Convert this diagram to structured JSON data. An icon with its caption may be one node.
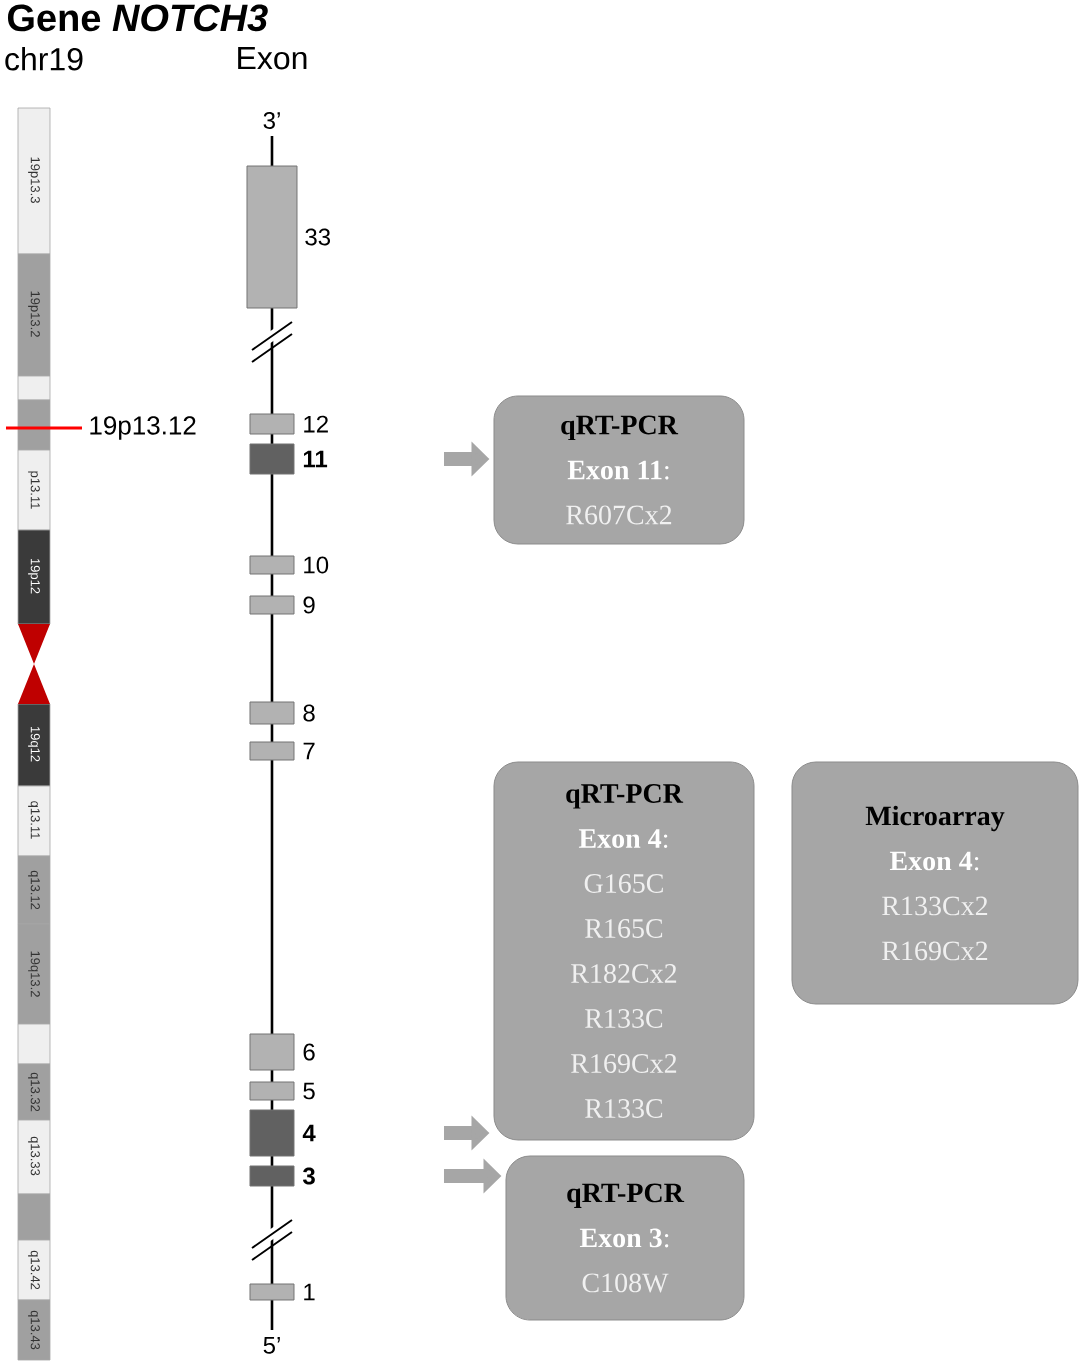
{
  "diagram": {
    "title": "Gene *NOTCH3*",
    "nodes": [
      {
        "text": [],
        "shape": "box",
        "beside": [
          "33"
        ]
      },
      {
        "text": [],
        "shape": "box",
        "beside": [
          "12"
        ]
      },
      {
        "text": [],
        "shape": "box",
        "beside": [
          "11"
        ]
      },
      {
        "text": [],
        "shape": "box",
        "beside": [
          "10"
        ]
      },
      {
        "text": [],
        "shape": "box",
        "beside": [
          "9"
        ]
      },
      {
        "text": [],
        "shape": "box",
        "beside": [
          "8"
        ]
      },
      {
        "text": [],
        "shape": "box",
        "beside": [
          "7"
        ]
      },
      {
        "text": [],
        "shape": "box",
        "beside": [
          "6"
        ]
      },
      {
        "text": [],
        "shape": "box",
        "beside": [
          "5"
        ]
      },
      {
        "text": [],
        "shape": "box",
        "beside": [
          "4"
        ]
      },
      {
        "text": [],
        "shape": "box",
        "beside": [
          "3"
        ]
      },
      {
        "text": [],
        "shape": "box",
        "beside": [
          "1"
        ]
      },
      {
        "text": [
          "qRT-PCR",
          "**Exon 11**:",
          "R607Cx2"
        ]
      },
      {
        "text": [
          "qRT-PCR",
          "**Exon 4**:",
          "G165C",
          "R165C",
          "R182Cx2",
          "R133C",
          "R169Cx2",
          "R133C"
        ]
      },
      {
        "text": [
          "Microarray",
          "**Exon 4**:",
          "R133Cx2",
          "R169Cx2"
        ]
      },
      {
        "text": [
          "qRT-PCR",
          "**Exon 3**:",
          "C108W"
        ]
      }
    ],
    "edges": [
      {
        "from": null,
        "to": 12,
        "arrow": "to"
      },
      {
        "from": null,
        "to": 13,
        "arrow": "to"
      },
      {
        "from": null,
        "to": 15,
        "arrow": "to"
      }
    ],
    "labels": [
      "chr19",
      "Exon",
      "3’",
      "19p13.3",
      "19p13.2",
      "19p13.12",
      "p13.11",
      "19p12",
      "19q12",
      "q13.11",
      "q13.12",
      "19q13.2",
      "q13.32",
      "q13.33",
      "q13.42",
      "q13.43",
      "5’"
    ]
  }
}
